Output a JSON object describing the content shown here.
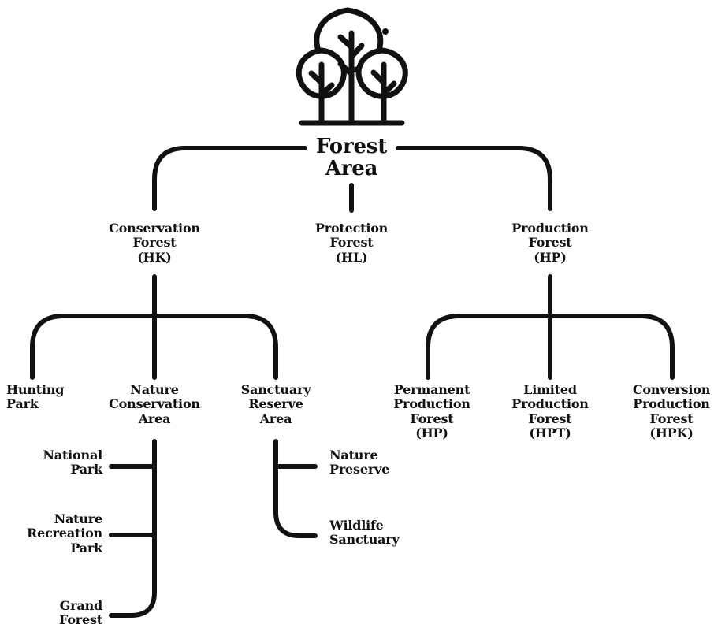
{
  "root": {
    "lines": [
      "Forest",
      "Area"
    ]
  },
  "nodes": {
    "conservation": {
      "lines": [
        "Conservation",
        "Forest",
        "(HK)"
      ]
    },
    "protection": {
      "lines": [
        "Protection",
        "Forest",
        "(HL)"
      ]
    },
    "production": {
      "lines": [
        "Production",
        "Forest",
        "(HP)"
      ]
    },
    "hunting": {
      "lines": [
        "Hunting",
        "Park"
      ]
    },
    "nature_conservation": {
      "lines": [
        "Nature",
        "Conservation",
        "Area"
      ]
    },
    "sanctuary_reserve": {
      "lines": [
        "Sanctuary",
        "Reserve",
        "Area"
      ]
    },
    "permanent": {
      "lines": [
        "Permanent",
        "Production",
        "Forest",
        "(HP)"
      ]
    },
    "limited": {
      "lines": [
        "Limited",
        "Production",
        "Forest",
        "(HPT)"
      ]
    },
    "conversion": {
      "lines": [
        "Conversion",
        "Production",
        "Forest",
        "(HPK)"
      ]
    },
    "national_park": {
      "lines": [
        "National",
        "Park"
      ]
    },
    "nature_recreation": {
      "lines": [
        "Nature",
        "Recreation",
        "Park"
      ]
    },
    "grand_forest": {
      "lines": [
        "Grand",
        "Forest"
      ]
    },
    "nature_preserve": {
      "lines": [
        "Nature",
        "Preserve"
      ]
    },
    "wildlife": {
      "lines": [
        "Wildlife",
        "Sanctuary"
      ]
    }
  },
  "icons": {
    "root_icon": "forest-trees-icon"
  },
  "colors": {
    "ink": "#111111",
    "background": "#ffffff"
  }
}
